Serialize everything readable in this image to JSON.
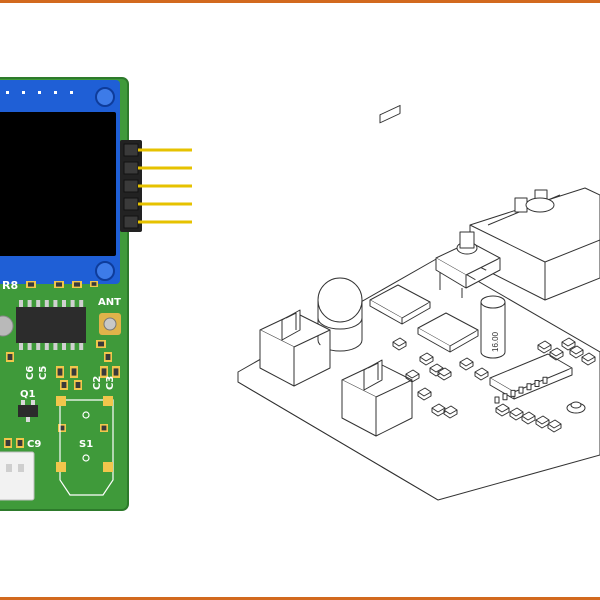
{
  "colors": {
    "frame": "#d2691e",
    "pcb": "#3f9a3a",
    "pcb_edge": "#2d7a2b",
    "display_bezel": "#1f5fd6",
    "display_screen": "#000000",
    "pins": "#e6c200",
    "pads": "#f2c64c",
    "silkscreen": "#ffffff",
    "line_art": "#333333"
  },
  "icons": {
    "display": "oled-display-icon",
    "header": "pin-header-icon",
    "connector": "jst-connector-icon"
  },
  "pcb_labels": {
    "r8": "R8",
    "ant": "ANT",
    "c6": "C6",
    "c5": "C5",
    "q1": "Q1",
    "c2": "C2",
    "c3": "C3",
    "c9": "C9",
    "s1": "S1"
  },
  "line_art_labels": {
    "crystal": "16.00"
  }
}
